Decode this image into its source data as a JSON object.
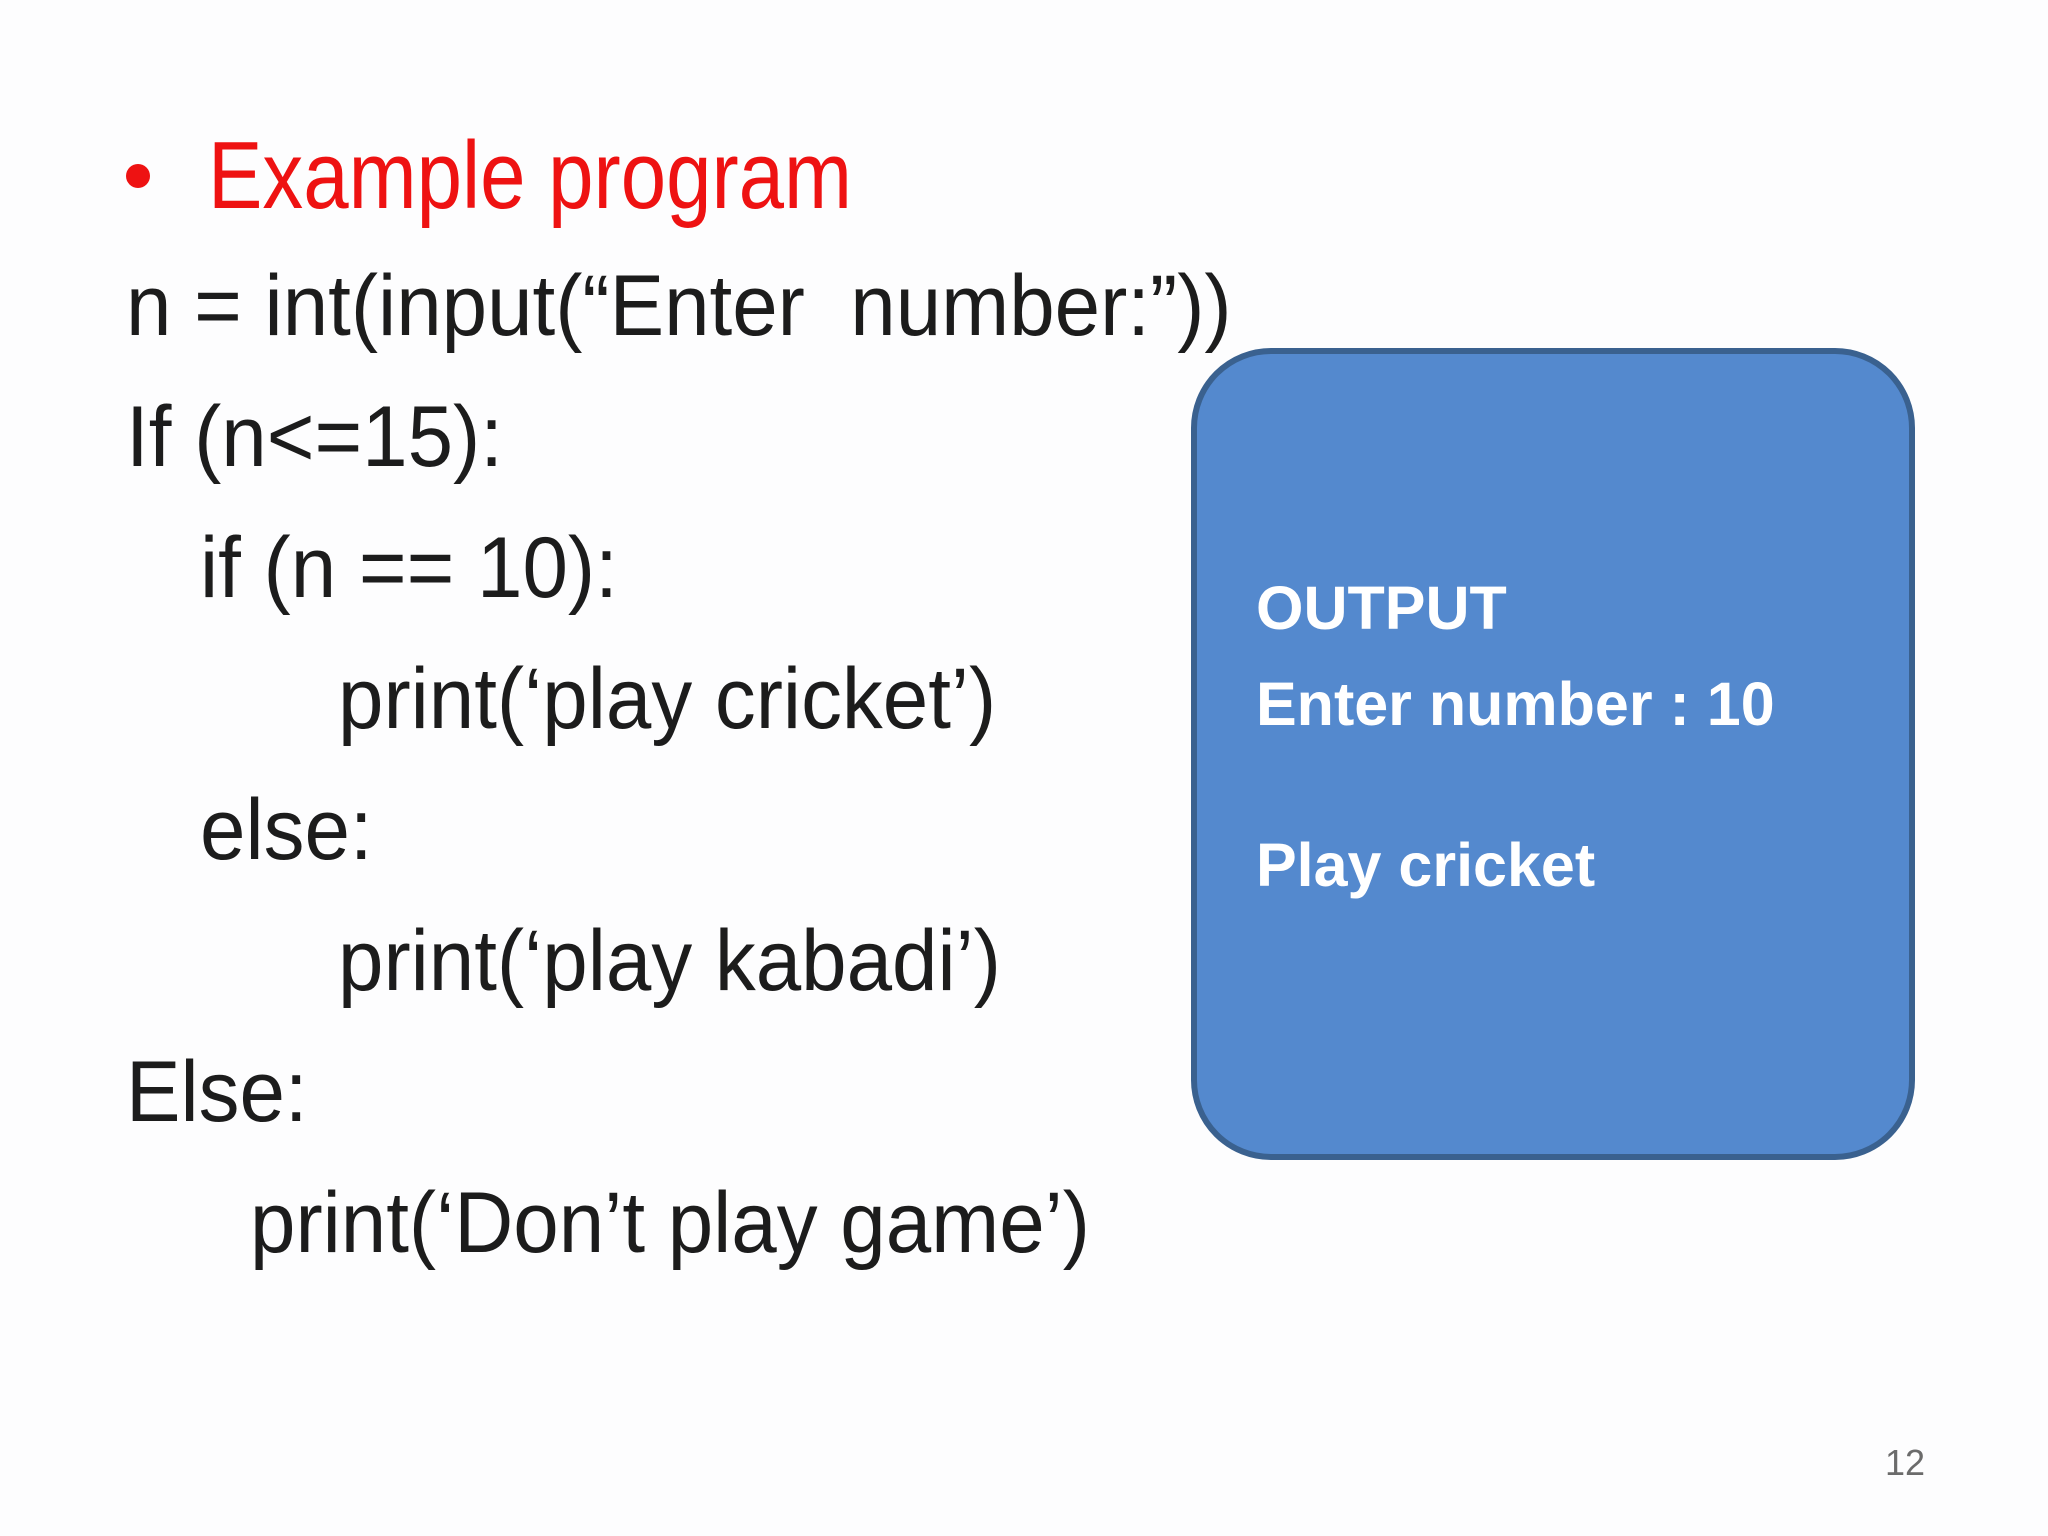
{
  "colors": {
    "background": "#fdfdfe",
    "title_red": "#ee1212",
    "code_text": "#1c1c1c",
    "box_fill": "#5489ce",
    "box_border": "#3a618f",
    "box_text": "#ffffff",
    "page_number_gray": "#6b6b6b"
  },
  "slide": {
    "title": "Example program",
    "code_lines": [
      "n = int(input(“Enter  number:”))",
      "If (n<=15):",
      "if (n == 10):",
      "print(‘play cricket’)",
      "else:",
      "print(‘play kabadi’)",
      "Else:",
      "print(‘Don’t play game’)"
    ],
    "output_box": {
      "title": "OUTPUT",
      "line_input": "Enter number : 10",
      "line_result": "Play cricket"
    },
    "page_number": "12"
  }
}
